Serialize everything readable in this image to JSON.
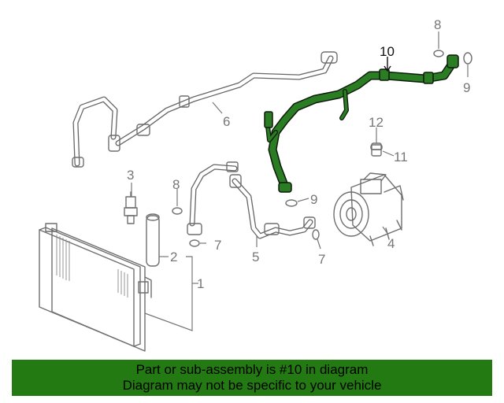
{
  "callouts": {
    "c1": "1",
    "c2": "2",
    "c3": "3",
    "c4": "4",
    "c5": "5",
    "c6": "6",
    "c7a": "7",
    "c7b": "7",
    "c8a": "8",
    "c8b": "8",
    "c9a": "9",
    "c9b": "9",
    "c10": "10",
    "c11": "11",
    "c12": "12"
  },
  "banner": {
    "line1": "Part or sub-assembly is #10 in diagram",
    "line2": "Diagram may not be specific to your vehicle"
  },
  "colors": {
    "highlight": "#2a7d23",
    "banner": "#237a12",
    "line_art": "#6f6f6f"
  }
}
